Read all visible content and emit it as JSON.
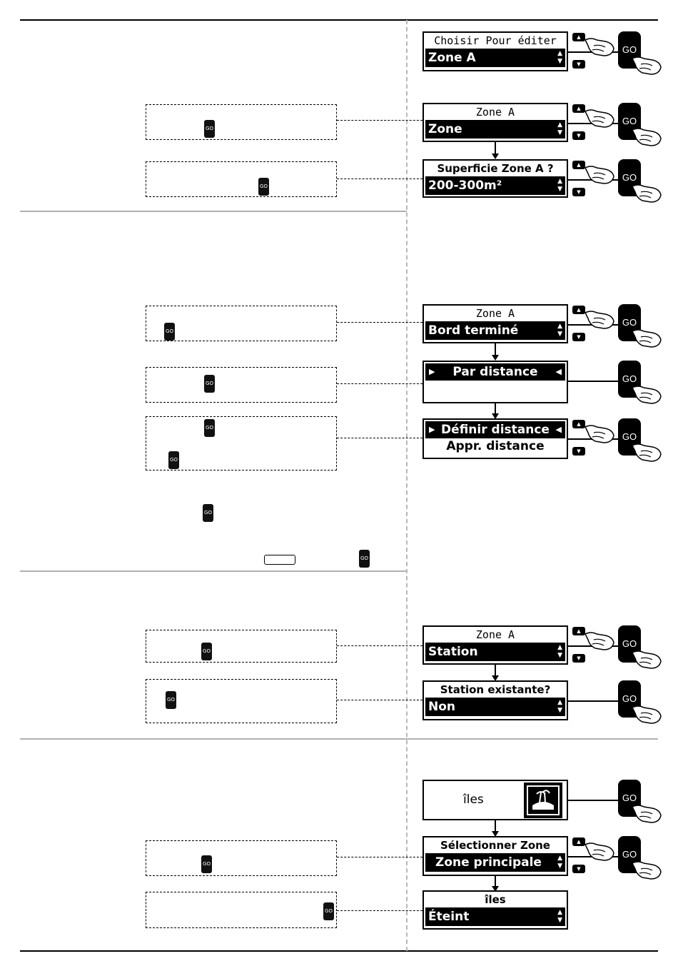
{
  "screens": [
    {
      "line1": "Choisir Pour éditer",
      "line2": "Zone A",
      "line1_bold": false
    },
    {
      "line1": "Zone A",
      "line2": "Zone",
      "line1_bold": false
    },
    {
      "line1": "Superficie Zone A ?",
      "line2": "200-300m²",
      "line1_bold": true
    },
    {
      "line1": "Zone A",
      "line2": "Bord terminé",
      "line1_bold": false
    },
    {
      "line1": "Par distance",
      "line2": ""
    },
    {
      "line1": "Définir distance",
      "line2": "Appr. distance"
    },
    {
      "line1": "Zone A",
      "line2": "Station",
      "line1_bold": false
    },
    {
      "line1": "Station existante?",
      "line2": "Non",
      "line1_bold": true
    },
    {
      "line1": "îles",
      "line2": ""
    },
    {
      "line1": "Sélectionner Zone",
      "line2": "Zone principale",
      "line1_bold": true
    },
    {
      "line1": "îles",
      "line2": "Éteint",
      "line1_bold": true
    }
  ],
  "go_label": "GO",
  "icons": {
    "up": "up-arrow-key-icon",
    "down": "down-arrow-key-icon",
    "hand": "pointing-hand-icon",
    "island": "island-icon"
  }
}
